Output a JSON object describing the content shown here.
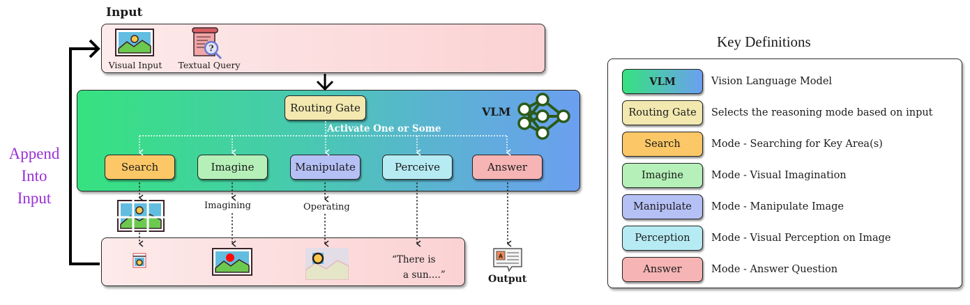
{
  "input": {
    "title": "Input",
    "items": [
      {
        "label": "Visual Input",
        "icon": "landscape-image-icon"
      },
      {
        "label": "Textual Query",
        "icon": "scroll-magnifier-icon"
      }
    ]
  },
  "vlm": {
    "label": "VLM",
    "routing_gate": "Routing Gate",
    "activate_label": "Activate One or Some",
    "modes": [
      {
        "label": "Search",
        "color": "#fcc766"
      },
      {
        "label": "Imagine",
        "color": "#b4f0b8"
      },
      {
        "label": "Manipulate",
        "color": "#b5c0f5"
      },
      {
        "label": "Perceive",
        "color": "#b6ebf3"
      },
      {
        "label": "Answer",
        "color": "#f6b4b4"
      }
    ]
  },
  "steps": {
    "imagine": "Imagining",
    "manipulate": "Operating"
  },
  "results": {
    "perceive_quote_line1": "“There is",
    "perceive_quote_line2": "a sun....”",
    "output_label": "Output"
  },
  "feedback": {
    "line1": "Append",
    "line2": "Into",
    "line3": "Input"
  },
  "key_definitions": {
    "title": "Key Definitions",
    "rows": [
      {
        "term": "VLM",
        "description": "Vision Language Model",
        "color": "gradient"
      },
      {
        "term": "Routing Gate",
        "description": "Selects the reasoning mode based on input",
        "color": "#f2e8b0"
      },
      {
        "term": "Search",
        "description": "Mode - Searching for Key Area(s)",
        "color": "#fcc766"
      },
      {
        "term": "Imagine",
        "description": "Mode - Visual Imagination",
        "color": "#b4f0b8"
      },
      {
        "term": "Manipulate",
        "description": "Mode - Manipulate Image",
        "color": "#b5c0f5"
      },
      {
        "term": "Perception",
        "description": "Mode - Visual Perception on Image",
        "color": "#b6ebf3"
      },
      {
        "term": "Answer",
        "description": "Mode - Answer Question",
        "color": "#f6b4b4"
      }
    ]
  },
  "colors": {
    "vlm_gradient_start": "#36e27f",
    "vlm_gradient_end": "#6b9ff0",
    "io_box": "#fbd2d3",
    "append_text": "#9a30d8",
    "network_stroke": "#2a5a18"
  }
}
